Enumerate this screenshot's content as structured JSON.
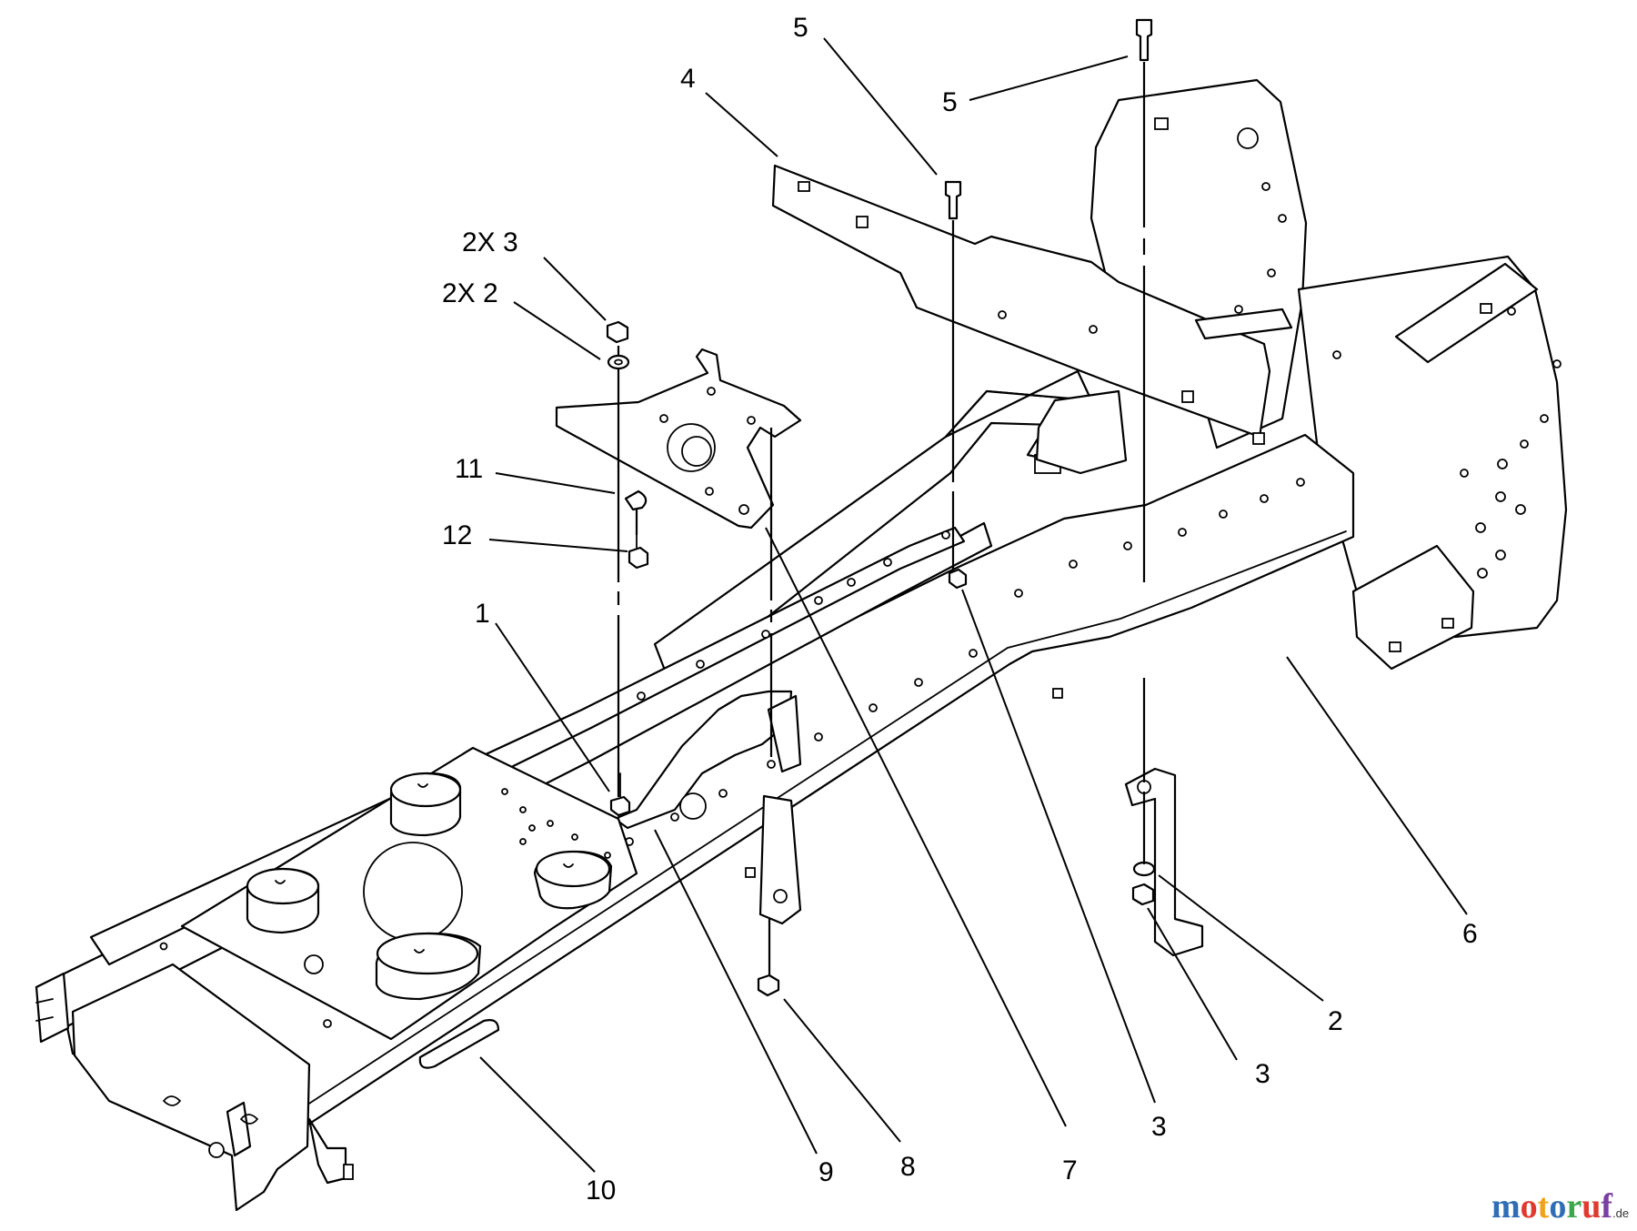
{
  "callouts": [
    {
      "id": "c2x3",
      "label": "2X 3"
    },
    {
      "id": "c2x2",
      "label": "2X 2"
    },
    {
      "id": "c11",
      "label": "11"
    },
    {
      "id": "c12",
      "label": "12"
    },
    {
      "id": "c1",
      "label": "1"
    },
    {
      "id": "c4",
      "label": "4"
    },
    {
      "id": "c5a",
      "label": "5"
    },
    {
      "id": "c5b",
      "label": "5"
    },
    {
      "id": "c6",
      "label": "6"
    },
    {
      "id": "c2",
      "label": "2"
    },
    {
      "id": "c3a",
      "label": "3"
    },
    {
      "id": "c3b",
      "label": "3"
    },
    {
      "id": "c7",
      "label": "7"
    },
    {
      "id": "c8",
      "label": "8"
    },
    {
      "id": "c9",
      "label": "9"
    },
    {
      "id": "c10",
      "label": "10"
    }
  ],
  "watermark": {
    "letters": [
      "m",
      "o",
      "t",
      "o",
      "r",
      "u",
      "f"
    ],
    "suffix": ".de",
    "colors": [
      "#2f6db5",
      "#e03a2f",
      "#f0a21a",
      "#2f6db5",
      "#3aa84a",
      "#e03a2f",
      "#7a3fa0"
    ]
  }
}
